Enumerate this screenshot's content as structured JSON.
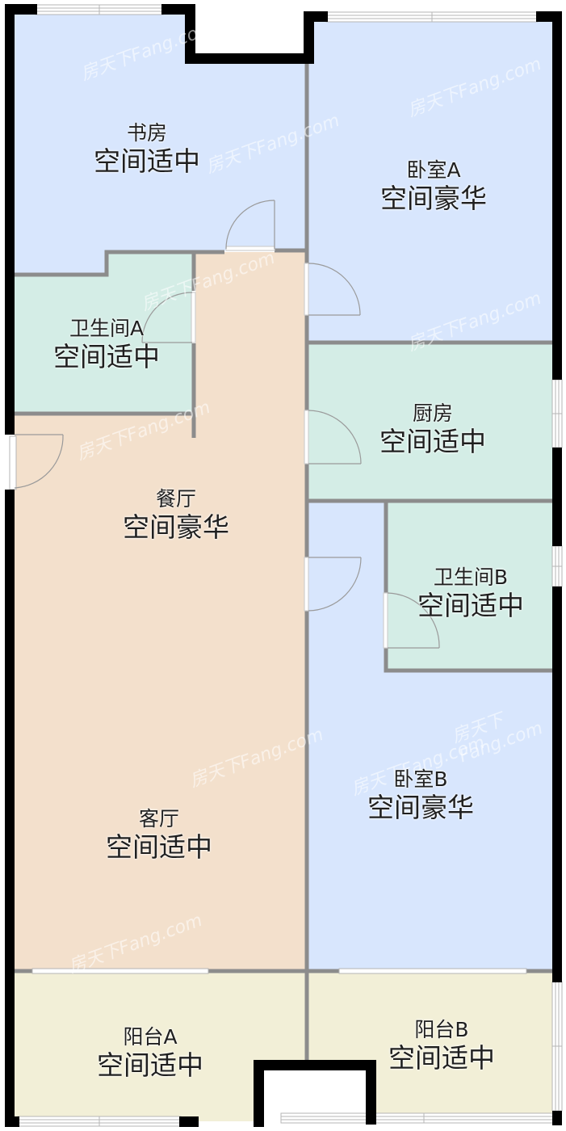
{
  "plan": {
    "watermark": "房天下Fang.com",
    "colors": {
      "bedroom": "#d8e6fd",
      "wet": "#d4ede6",
      "living": "#f3e0cc",
      "balcony": "#f2efd7",
      "outer_wall": "#000000",
      "inner_wall": "#8c8c8c"
    },
    "rooms": [
      {
        "id": "study",
        "name": "书房",
        "rating": "空间适中",
        "type": "bedroom"
      },
      {
        "id": "bedroom-a",
        "name": "卧室A",
        "rating": "空间豪华",
        "type": "bedroom"
      },
      {
        "id": "bathroom-a",
        "name": "卫生间A",
        "rating": "空间适中",
        "type": "wet"
      },
      {
        "id": "kitchen",
        "name": "厨房",
        "rating": "空间适中",
        "type": "wet"
      },
      {
        "id": "dining",
        "name": "餐厅",
        "rating": "空间豪华",
        "type": "living"
      },
      {
        "id": "bathroom-b",
        "name": "卫生间B",
        "rating": "空间适中",
        "type": "wet"
      },
      {
        "id": "living-room",
        "name": "客厅",
        "rating": "空间适中",
        "type": "living"
      },
      {
        "id": "bedroom-b",
        "name": "卧室B",
        "rating": "空间豪华",
        "type": "bedroom"
      },
      {
        "id": "balcony-a",
        "name": "阳台A",
        "rating": "空间适中",
        "type": "balcony"
      },
      {
        "id": "balcony-b",
        "name": "阳台B",
        "rating": "空间适中",
        "type": "balcony"
      }
    ]
  }
}
